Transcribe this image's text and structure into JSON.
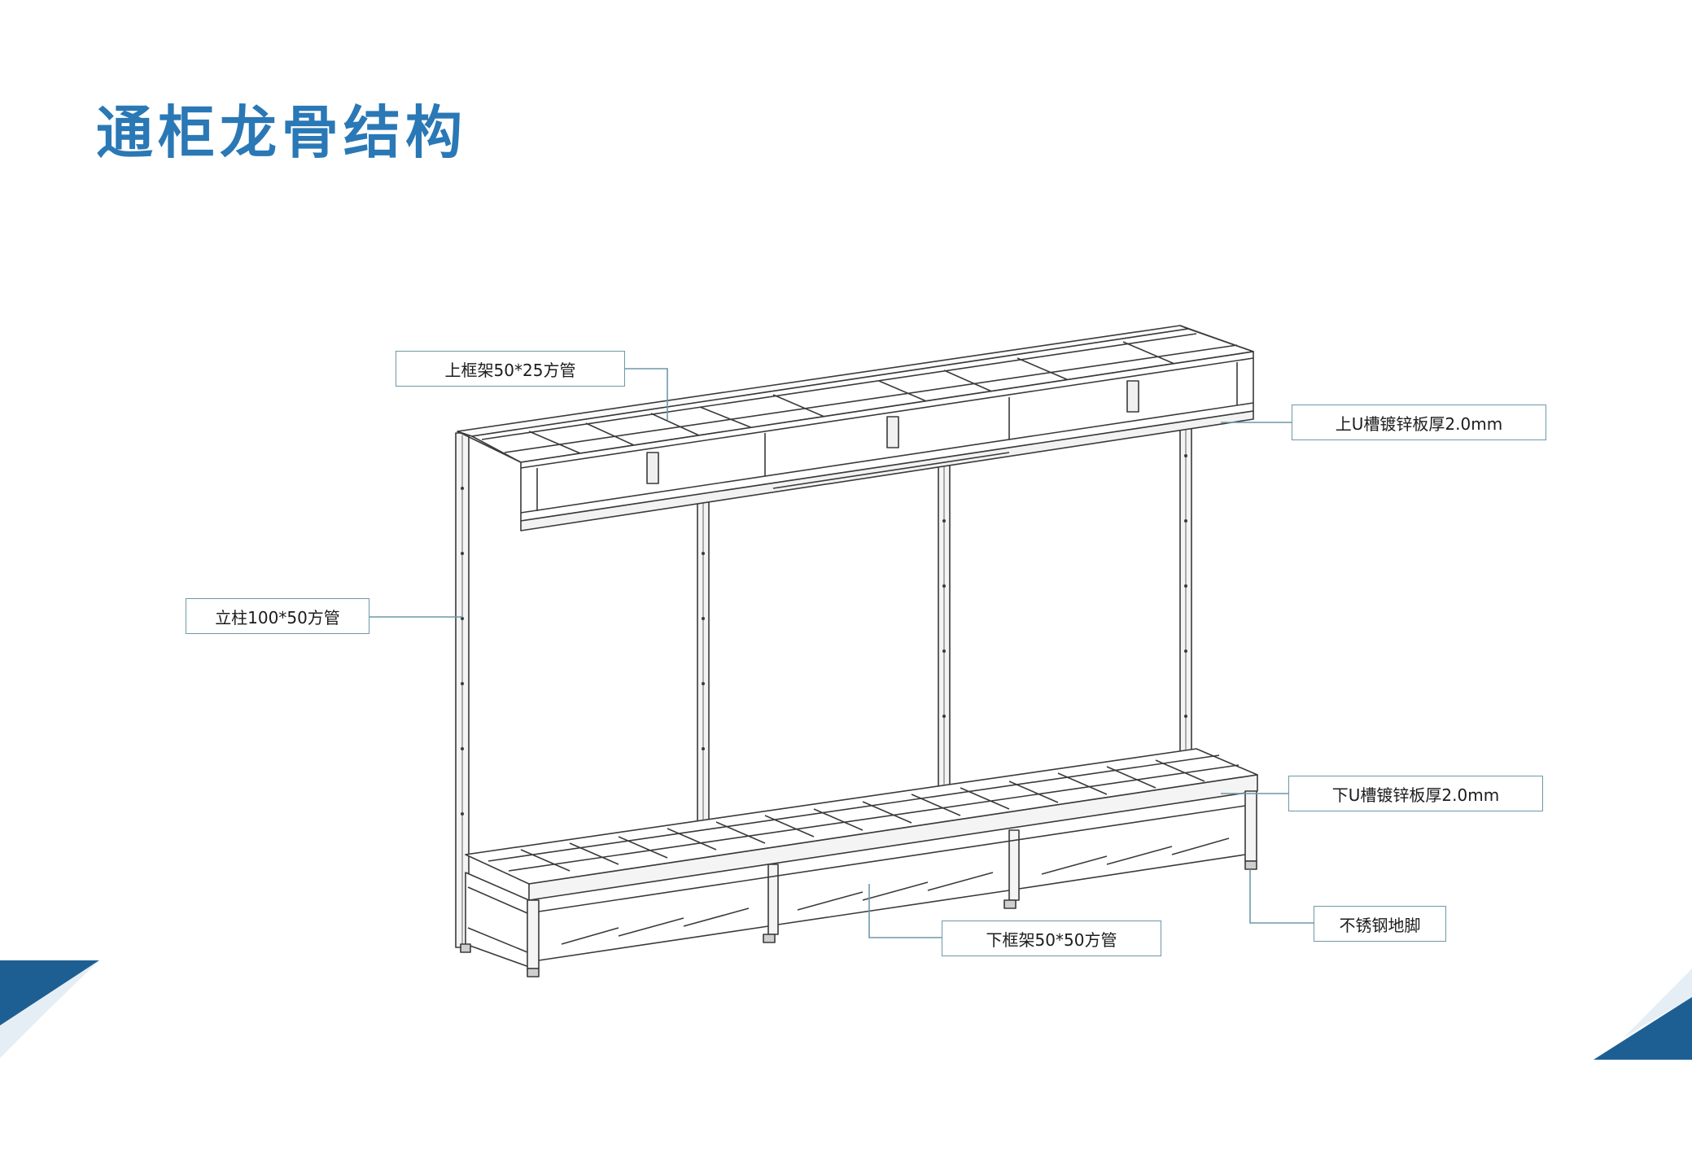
{
  "title": "通柜龙骨结构",
  "callouts": {
    "top_frame": "上框架50*25方管",
    "top_channel": "上U槽镀锌板厚2.0mm",
    "column": "立柱100*50方管",
    "bottom_channel": "下U槽镀锌板厚2.0mm",
    "foot": "不锈钢地脚",
    "bottom_frame": "下框架50*50方管"
  },
  "colors": {
    "title": "#2a78b5",
    "accent_dark": "#1e5f93",
    "accent_light": "#2f83c2",
    "leader": "#6f97a9",
    "frame_stroke": "#3a3a3a"
  }
}
